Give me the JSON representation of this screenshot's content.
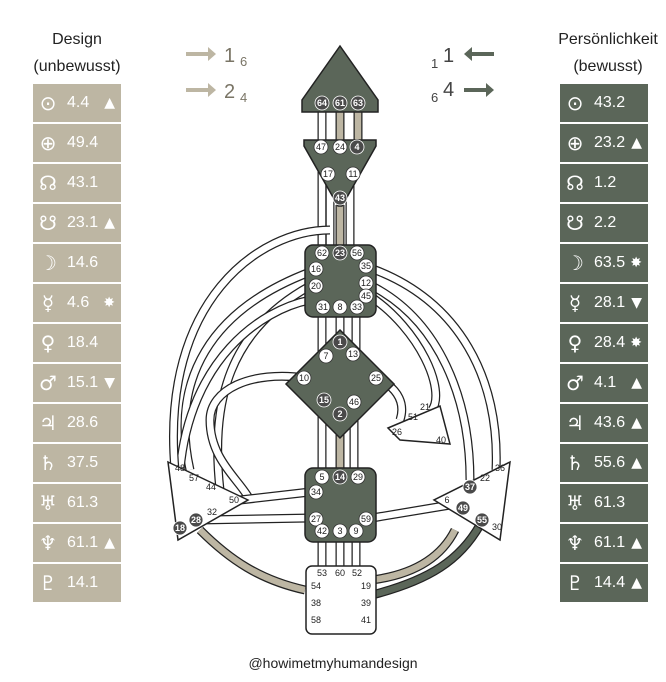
{
  "left_column": {
    "title_line1": "Design",
    "title_line2": "(unbewusst)",
    "rows": [
      {
        "icon": "sun-icon",
        "symbol": "⊙",
        "value": "4.4",
        "mark": "▲"
      },
      {
        "icon": "earth-icon",
        "symbol": "⊕",
        "value": "49.4",
        "mark": ""
      },
      {
        "icon": "north-node-icon",
        "symbol": "☊",
        "value": "43.1",
        "mark": ""
      },
      {
        "icon": "south-node-icon",
        "symbol": "☋",
        "value": "23.1",
        "mark": "▲"
      },
      {
        "icon": "moon-icon",
        "symbol": "☽",
        "value": "14.6",
        "mark": ""
      },
      {
        "icon": "mercury-icon",
        "symbol": "☿",
        "value": "4.6",
        "mark": "✸"
      },
      {
        "icon": "venus-icon",
        "symbol": "♀",
        "value": "18.4",
        "mark": ""
      },
      {
        "icon": "mars-icon",
        "symbol": "♂",
        "value": "15.1",
        "mark": "▼"
      },
      {
        "icon": "jupiter-icon",
        "symbol": "♃",
        "value": "28.6",
        "mark": ""
      },
      {
        "icon": "saturn-icon",
        "symbol": "♄",
        "value": "37.5",
        "mark": ""
      },
      {
        "icon": "uranus-icon",
        "symbol": "♅",
        "value": "61.3",
        "mark": ""
      },
      {
        "icon": "neptune-icon",
        "symbol": "♆",
        "value": "61.1",
        "mark": "▲"
      },
      {
        "icon": "pluto-icon",
        "symbol": "♇",
        "value": "14.1",
        "mark": ""
      }
    ]
  },
  "right_column": {
    "title_line1": "Persönlichkeit",
    "title_line2": "(bewusst)",
    "rows": [
      {
        "icon": "sun-icon",
        "symbol": "⊙",
        "value": "43.2",
        "mark": ""
      },
      {
        "icon": "earth-icon",
        "symbol": "⊕",
        "value": "23.2",
        "mark": "▲"
      },
      {
        "icon": "north-node-icon",
        "symbol": "☊",
        "value": "1.2",
        "mark": ""
      },
      {
        "icon": "south-node-icon",
        "symbol": "☋",
        "value": "2.2",
        "mark": ""
      },
      {
        "icon": "moon-icon",
        "symbol": "☽",
        "value": "63.5",
        "mark": "✸"
      },
      {
        "icon": "mercury-icon",
        "symbol": "☿",
        "value": "28.1",
        "mark": "▼"
      },
      {
        "icon": "venus-icon",
        "symbol": "♀",
        "value": "28.4",
        "mark": "✸"
      },
      {
        "icon": "mars-icon",
        "symbol": "♂",
        "value": "4.1",
        "mark": "▲"
      },
      {
        "icon": "jupiter-icon",
        "symbol": "♃",
        "value": "43.6",
        "mark": "▲"
      },
      {
        "icon": "saturn-icon",
        "symbol": "♄",
        "value": "55.6",
        "mark": "▲"
      },
      {
        "icon": "uranus-icon",
        "symbol": "♅",
        "value": "61.3",
        "mark": ""
      },
      {
        "icon": "neptune-icon",
        "symbol": "♆",
        "value": "61.1",
        "mark": "▲"
      },
      {
        "icon": "pluto-icon",
        "symbol": "♇",
        "value": "14.4",
        "mark": "▲"
      }
    ]
  },
  "variables": {
    "left_top": {
      "main": "1",
      "sub": "6",
      "direction": "right"
    },
    "left_bottom": {
      "main": "2",
      "sub": "4",
      "direction": "right"
    },
    "right_top": {
      "main": "1",
      "sub": "1",
      "direction": "left"
    },
    "right_bottom": {
      "main": "4",
      "sub": "6",
      "direction": "right"
    }
  },
  "colors": {
    "design": "#bdb6a3",
    "personality": "#5b6659",
    "defined_center": "#5b6659",
    "gate_dark": "#4a4a4a",
    "gate_light": "#ffffff"
  },
  "centers": {
    "head": {
      "gates": [
        "64",
        "61",
        "63"
      ]
    },
    "ajna": {
      "gates": [
        "47",
        "24",
        "4",
        "17",
        "11",
        "43"
      ]
    },
    "throat": {
      "gates": [
        "62",
        "23",
        "56",
        "16",
        "35",
        "20",
        "12",
        "45",
        "31",
        "8",
        "33"
      ]
    },
    "g": {
      "gates": [
        "1",
        "7",
        "13",
        "10",
        "25",
        "15",
        "46",
        "2"
      ]
    },
    "heart": {
      "gates": [
        "21",
        "51",
        "26",
        "40"
      ]
    },
    "sacral": {
      "gates": [
        "5",
        "14",
        "29",
        "34",
        "27",
        "59",
        "42",
        "3",
        "9"
      ]
    },
    "spleen": {
      "gates": [
        "48",
        "57",
        "44",
        "50",
        "32",
        "18",
        "28"
      ]
    },
    "solar_plexus": {
      "gates": [
        "36",
        "22",
        "37",
        "6",
        "49",
        "55",
        "30"
      ]
    },
    "root": {
      "gates": [
        "53",
        "60",
        "52",
        "54",
        "19",
        "38",
        "39",
        "58",
        "41"
      ]
    }
  },
  "footer": "@howimetmyhumandesign"
}
